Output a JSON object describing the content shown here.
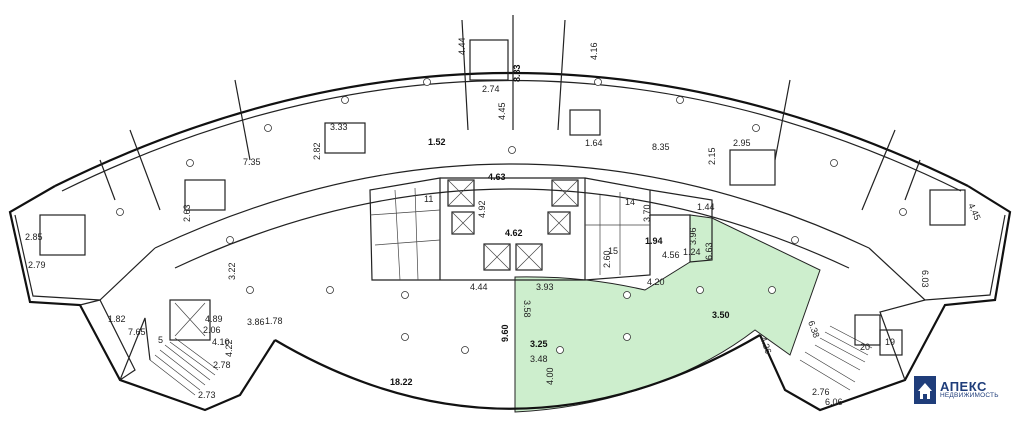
{
  "highlight_color": "#cdeecd",
  "dimensions": [
    "4.44",
    "8.83",
    "2.74",
    "4.45",
    "4.16",
    "3.33",
    "1.52",
    "1.64",
    "2.82",
    "8.35",
    "7.35",
    "2.95",
    "2.15",
    "2.63",
    "4.63",
    "4.92",
    "4.62",
    "11",
    "14",
    "3.70",
    "1.44",
    "1.94",
    "4.56",
    "3.96",
    "6.63",
    "2.85",
    "2.79",
    "3.22",
    "4.89",
    "2.06",
    "4.10",
    "2.78",
    "4.22",
    "3.86",
    "1.78",
    "1.82",
    "2.73",
    "7.65",
    "5",
    "15",
    "2.60",
    "1.24",
    "4.20",
    "4.44",
    "3.93",
    "3.58",
    "3.50",
    "3.25",
    "3.48",
    "4.00",
    "4.26",
    "9.60",
    "18.22",
    "6.38",
    "20",
    "19",
    "2.76",
    "6.06",
    "4.45",
    "6.03"
  ],
  "logo": {
    "name": "АПЕКС",
    "tagline": "НЕДВИЖИМОСТЬ",
    "color": "#1f3d7a"
  }
}
